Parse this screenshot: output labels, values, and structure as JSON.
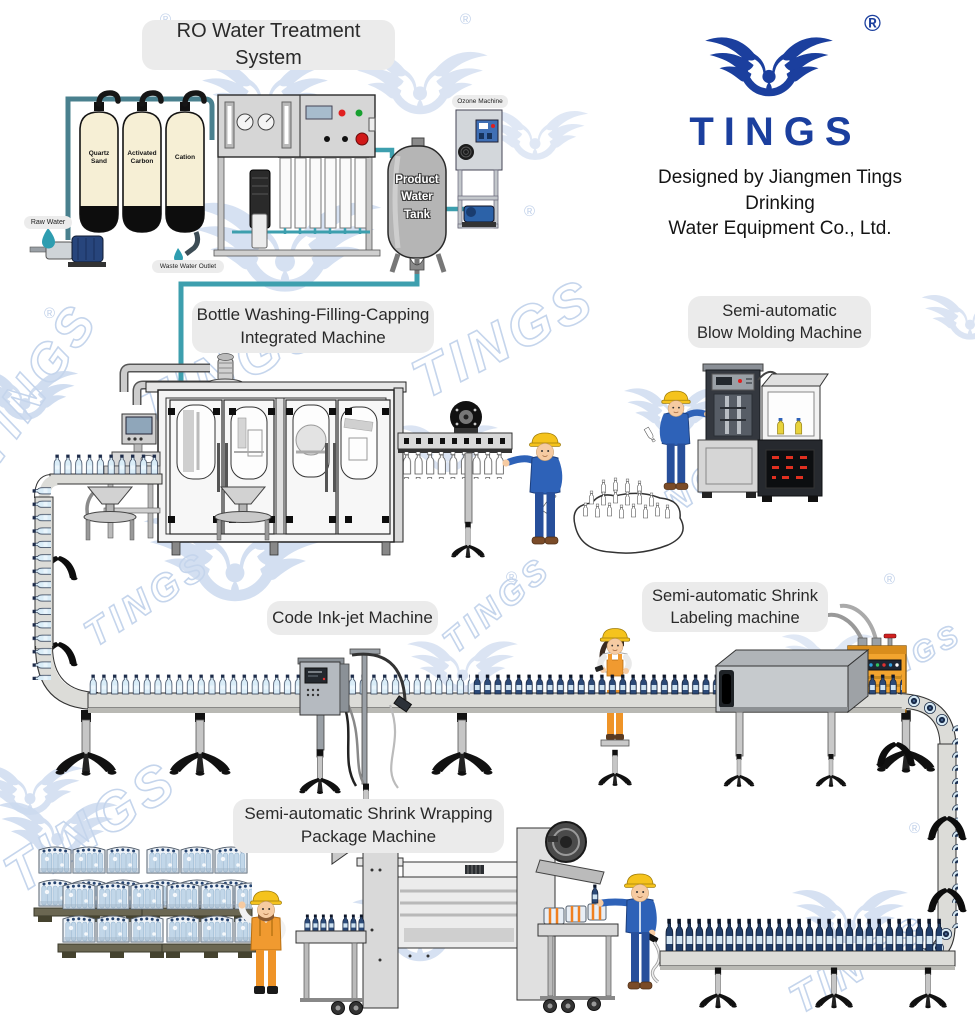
{
  "brand": {
    "name": "TINGS",
    "registered": "®",
    "tagline": "Designed by Jiangmen Tings Drinking\nWater Equipment Co., Ltd."
  },
  "watermark": {
    "text": "TINGS",
    "registered": "®"
  },
  "stations": {
    "ro": {
      "label": "RO Water Treatment System"
    },
    "filling": {
      "label": "Bottle Washing-Filling-Capping\nIntegrated Machine"
    },
    "blow": {
      "label": "Semi-automatic\nBlow Molding Machine"
    },
    "inkjet": {
      "label": "Code Ink-jet Machine"
    },
    "labeling": {
      "label": "Semi-automatic Shrink\nLabeling machine"
    },
    "wrapping": {
      "label": "Semi-automatic Shrink Wrapping\nPackage Machine"
    }
  },
  "ro_system": {
    "tank_quartz": "Quartz\nSand",
    "tank_carbon": "Activated\nCarbon",
    "tank_cation": "Cation",
    "raw_water": "Raw Water",
    "waste_water": "Waste Water Outlet",
    "product_tank": "Product\nWater\nTank",
    "ozone": "Ozone Machine"
  },
  "colors": {
    "brand_blue": "#1b3f9e",
    "watermark_blue": "#c9d8ee",
    "pipe_teal": "#3d9fae",
    "machine_gray": "#dcdcd8",
    "accent_orange": "#f2a42e",
    "helmet_yellow": "#f5c31d",
    "uniform_blue": "#2e62b8",
    "overall_orange": "#f09a30",
    "bottle_light": "#daedf8",
    "bottle_navy": "#223f6b",
    "tank_cream": "#f6efd5"
  }
}
